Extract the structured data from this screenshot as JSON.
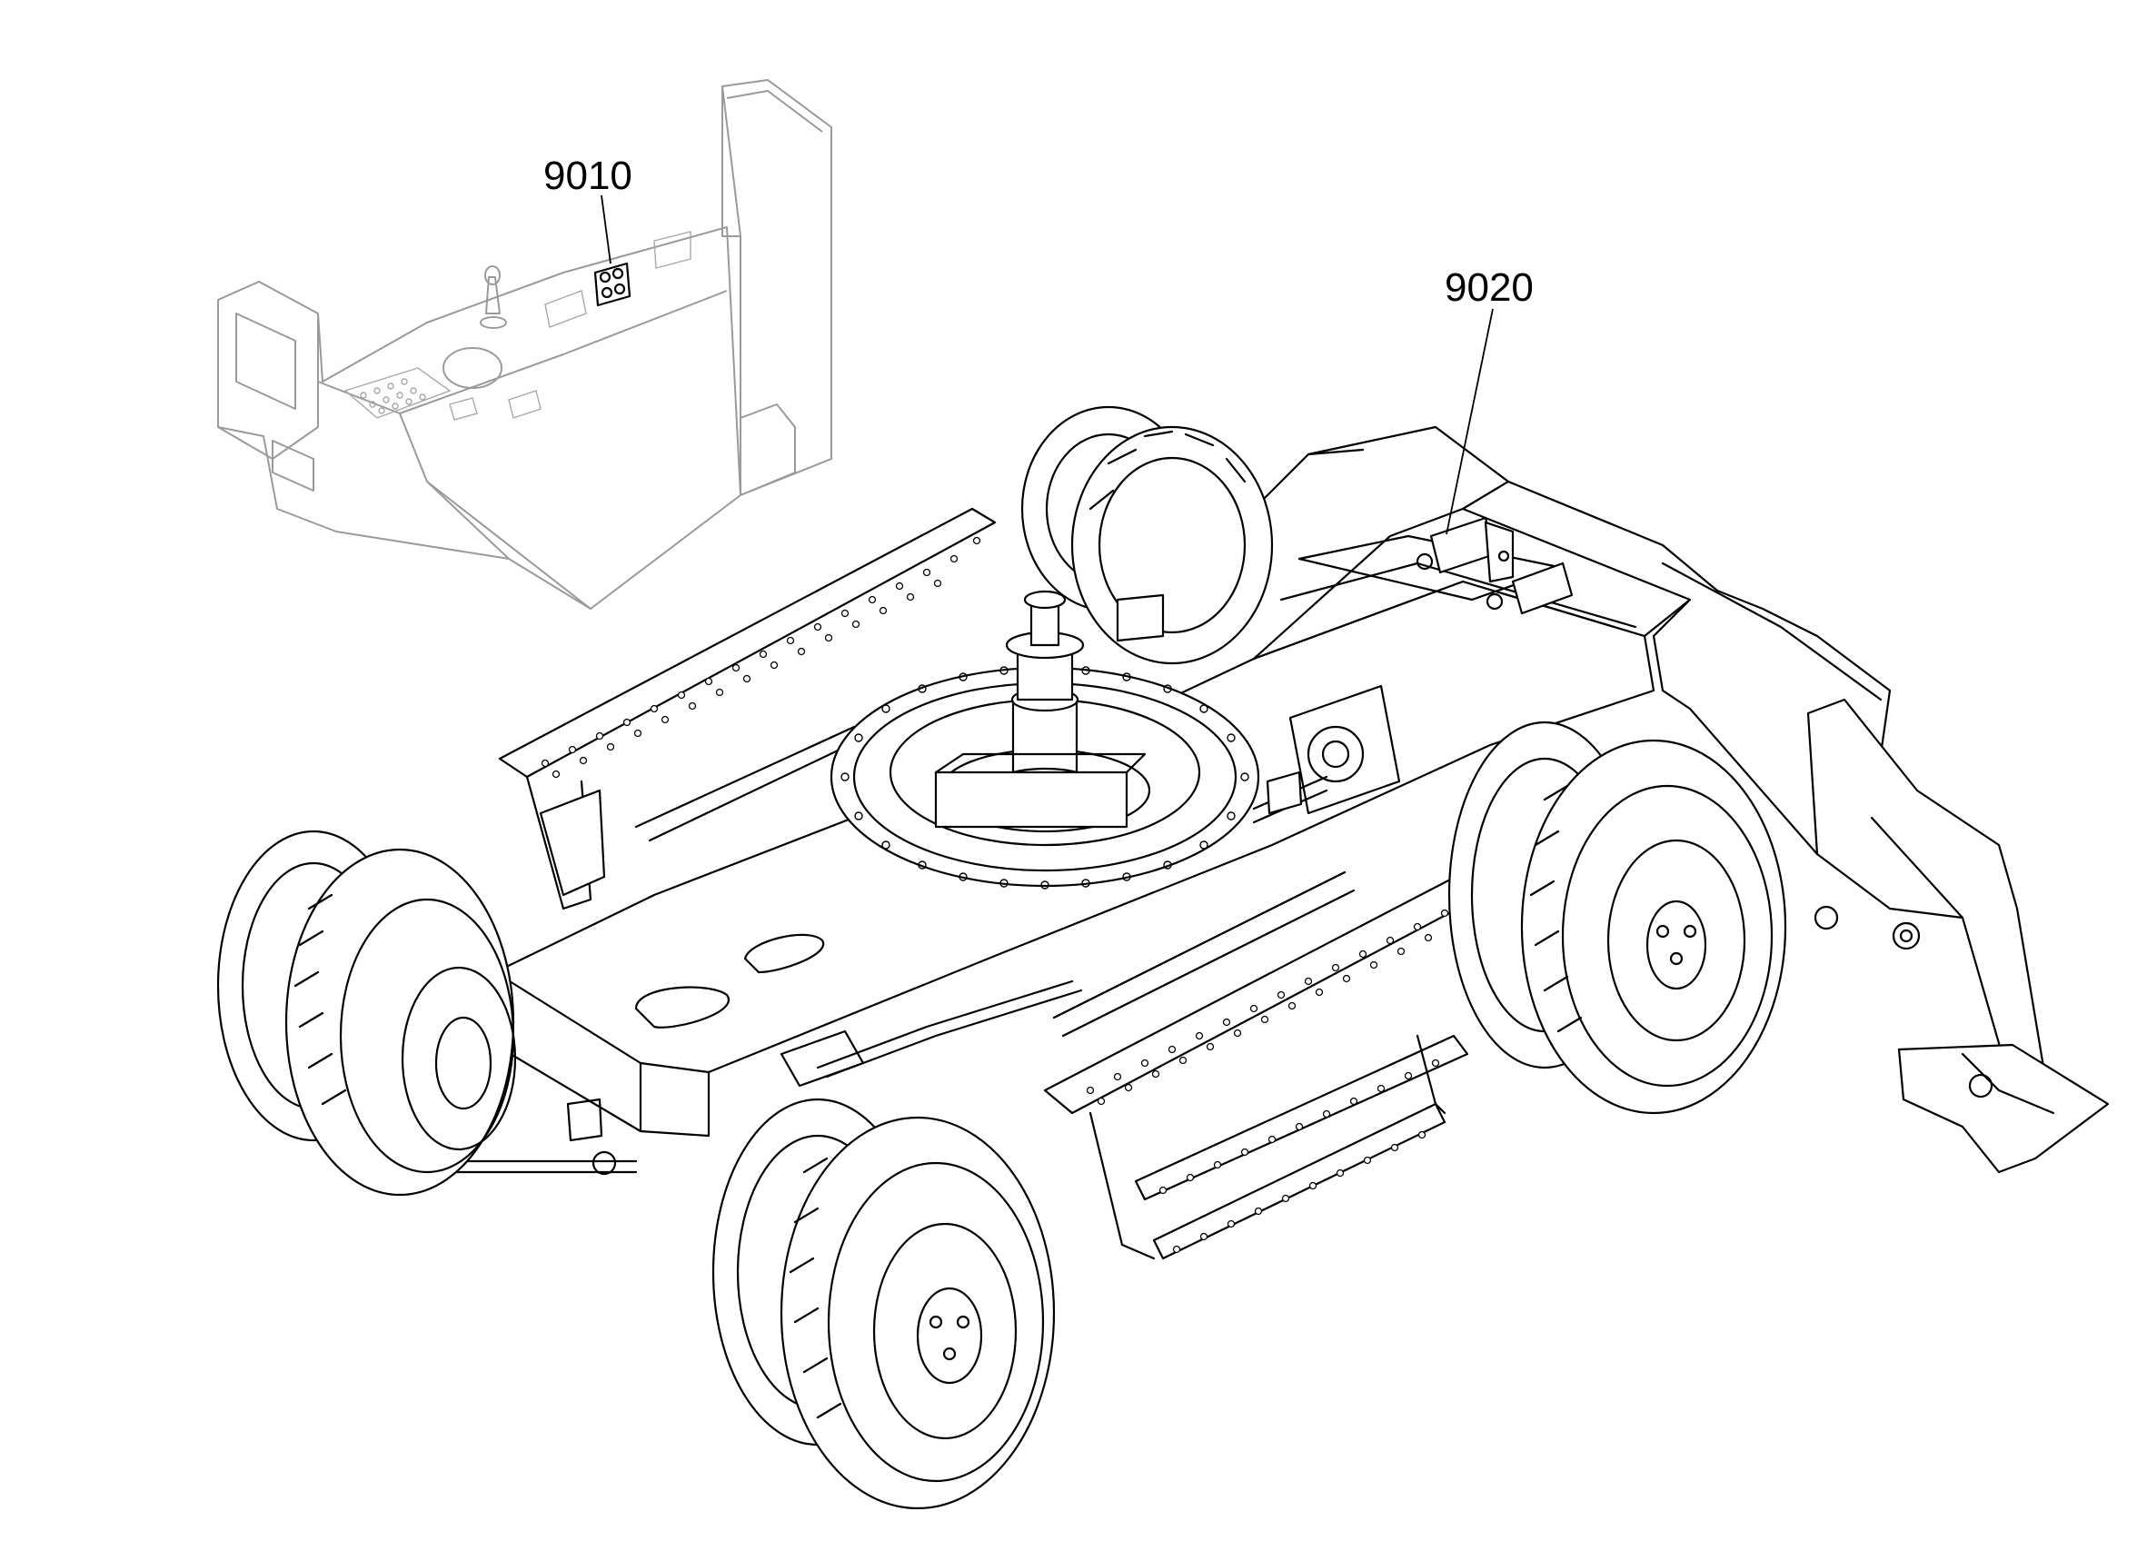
{
  "callouts": [
    {
      "id": "9010",
      "label": "9010"
    },
    {
      "id": "9020",
      "label": "9020"
    }
  ],
  "colors": {
    "line": "#000000",
    "ghost": "#9a9a9a",
    "background": "#ffffff"
  }
}
